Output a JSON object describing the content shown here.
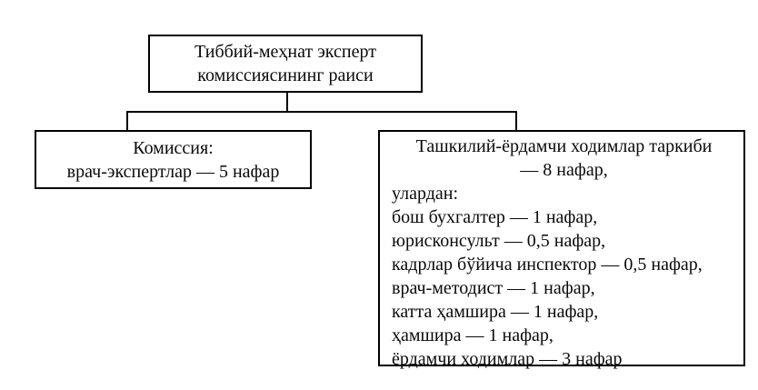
{
  "diagram": {
    "title": "Тиббий-меҳнат эксперт комиссияси тузилмаси",
    "colors": {
      "border": "#000000",
      "background": "#ffffff",
      "text": "#0a0a0a"
    },
    "root": {
      "line1": "Тиббий-меҳнат эксперт",
      "line2": "комиссиясининг раиси"
    },
    "commission": {
      "line1": "Комиссия:",
      "line2": "врач-экспертлар — 5 нафар"
    },
    "staff": {
      "header_line1": "Ташкилий-ёрдамчи ходимлар таркиби",
      "header_line2": "— 8 нафар,",
      "items": [
        "улардан:",
        "бош бухгалтер — 1 нафар,",
        "юрисконсульт — 0,5 нафар,",
        "кадрлар бўйича инспектор — 0,5 нафар,",
        "врач-методист — 1 нафар,",
        "катта ҳамшира — 1 нафар,",
        "ҳамшира — 1 нафар,",
        "ёрдамчи ходимлар — 3 нафар"
      ]
    }
  }
}
